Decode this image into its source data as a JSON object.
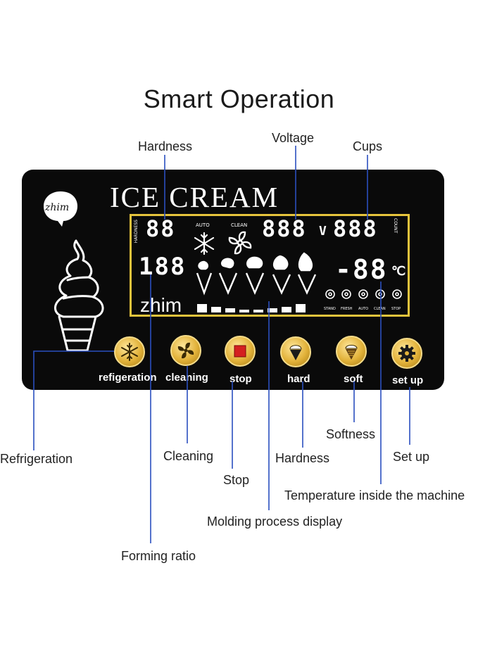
{
  "title": "Smart Operation",
  "callouts": {
    "hardness_top": "Hardness",
    "voltage": "Voltage",
    "cups": "Cups",
    "refrigeration": "Refrigeration",
    "cleaning": "Cleaning",
    "stop": "Stop",
    "hardness_bottom": "Hardness",
    "softness": "Softness",
    "set_up": "Set up",
    "temperature": "Temperature inside the machine",
    "molding": "Molding process display",
    "forming_ratio": "Forming ratio"
  },
  "panel": {
    "brand": "ICE CREAM",
    "logo": "zhim",
    "lcd": {
      "hardness_digits": "88",
      "hardness_side_label": "HARDNESS",
      "mode_auto": "AUTO",
      "mode_clean": "CLEAN",
      "voltage_digits": "888",
      "voltage_unit": "V",
      "cups_digits": "888",
      "cups_side_label": "COUNT",
      "ratio_digits": "188",
      "temp_digits": "-88",
      "temp_unit": "℃",
      "lcd_logo": "zhim",
      "status": [
        "STAND",
        "FRESH",
        "AUTO",
        "CLEAN",
        "STOP"
      ]
    },
    "buttons": [
      {
        "label": "refigeration",
        "icon": "snowflake-icon"
      },
      {
        "label": "cleaning",
        "icon": "fan-icon"
      },
      {
        "label": "stop",
        "icon": "stop-square-icon"
      },
      {
        "label": "hard",
        "icon": "hard-cone-icon"
      },
      {
        "label": "soft",
        "icon": "soft-cone-icon"
      },
      {
        "label": "set up",
        "icon": "gear-icon"
      }
    ]
  },
  "colors": {
    "panel": "#0a0a0a",
    "lcd_border": "#e6c43c",
    "button_gold": "#e2b23a",
    "stop_red": "#d42020"
  }
}
